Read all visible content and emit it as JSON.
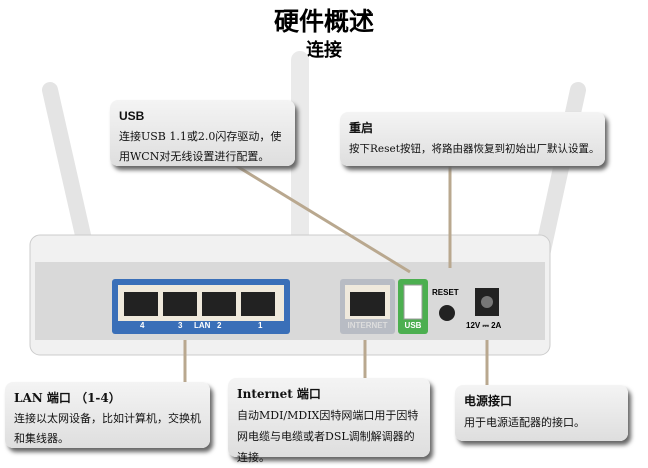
{
  "title": "硬件概述",
  "subtitle": "连接",
  "callouts": {
    "usb": {
      "heading": "USB",
      "text": "连接USB 1.1或2.0闪存驱动，使用WCN对无线设置进行配置。"
    },
    "reset": {
      "heading": "重启",
      "text": "按下Reset按钮，将路由器恢复到初始出厂默认设置。"
    },
    "lan": {
      "heading": "LAN 端口 （1-4）",
      "text": "连接以太网设备，比如计算机，交换机和集线器。"
    },
    "internet": {
      "heading": "Internet 端口",
      "text": "自动MDI/MDIX因特网端口用于因特网电缆与电缆或者DSL调制解调器的连接。"
    },
    "power": {
      "heading": "电源接口",
      "text": "用于电源适配器的接口。"
    }
  },
  "router_labels": {
    "lan": "LAN",
    "ports": [
      "4",
      "3",
      "2",
      "1"
    ],
    "internet": "INTERNET",
    "usb": "USB",
    "reset": "RESET",
    "power": "12V ⎓ 2A"
  },
  "colors": {
    "lan": "#3a6fb8",
    "usb": "#4caf50",
    "internet": "#b8bcc4"
  }
}
